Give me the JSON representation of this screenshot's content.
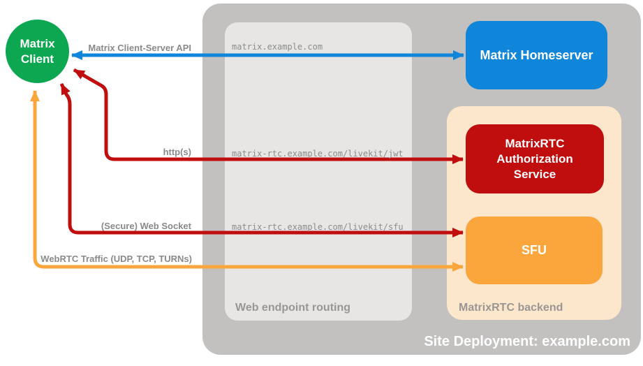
{
  "diagram": {
    "title": "Site Deployment: example.com",
    "colors": {
      "client_green": "#0ca750",
      "homeserver_blue": "#1086db",
      "service_red": "#c00d0d",
      "sfu_orange": "#faa63c",
      "backend_peach": "#fce7cd",
      "site_gray": "#c3c1bf",
      "routing_gray": "#e7e6e4",
      "label_gray": "#8a8a8a"
    },
    "client": {
      "label": "Matrix Client"
    },
    "nodes": {
      "homeserver": {
        "label": "Matrix Homeserver"
      },
      "auth": {
        "label": "MatrixRTC Authorization Service"
      },
      "sfu": {
        "label": "SFU"
      }
    },
    "panels": {
      "routing": {
        "caption": "Web endpoint routing",
        "endpoints": [
          "matrix.example.com",
          "matrix-rtc.example.com/livekit/jwt",
          "matrix-rtc.example.com/livekit/sfu"
        ]
      },
      "backend": {
        "caption": "MatrixRTC backend"
      }
    },
    "arrows": [
      {
        "id": "client-server-api",
        "label": "Matrix Client-Server API",
        "color": "#1086db",
        "from": "Matrix Client",
        "to": "Matrix Homeserver",
        "bidirectional": true
      },
      {
        "id": "https",
        "label": "http(s)",
        "color": "#c00d0d",
        "from": "Matrix Client",
        "to": "MatrixRTC Authorization Service",
        "bidirectional": true
      },
      {
        "id": "secure-web-socket",
        "label": "(Secure) Web Socket",
        "color": "#c00d0d",
        "from": "Matrix Client",
        "to": "SFU",
        "bidirectional": true
      },
      {
        "id": "webrtc-traffic",
        "label": "WebRTC Traffic (UDP, TCP, TURNs)",
        "color": "#faa63c",
        "from": "Matrix Client",
        "to": "SFU",
        "bidirectional": true
      }
    ]
  }
}
